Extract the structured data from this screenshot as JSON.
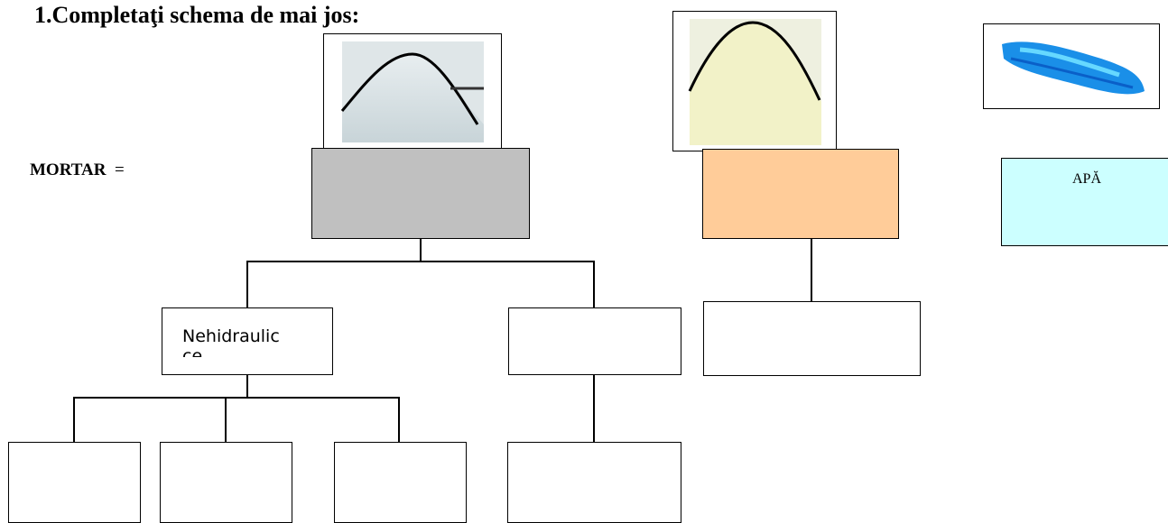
{
  "heading": "1.Completaţi schema de mai  jos:",
  "formula": {
    "label": "MORTAR",
    "equals": "="
  },
  "nodes": {
    "water": "APĂ",
    "binder_type_1": "Nehidraulic",
    "binder_type_1_cut": "ce"
  },
  "colors": {
    "binder_box": "#c0c0c0",
    "sand_box": "#ffcc99",
    "water_box": "#ccffff",
    "water_image": "#1f8fe6"
  },
  "icons": {
    "binder_image": "binder-powder-heap-icon",
    "sand_image": "sand-heap-icon",
    "water_image": "water-splash-icon"
  }
}
